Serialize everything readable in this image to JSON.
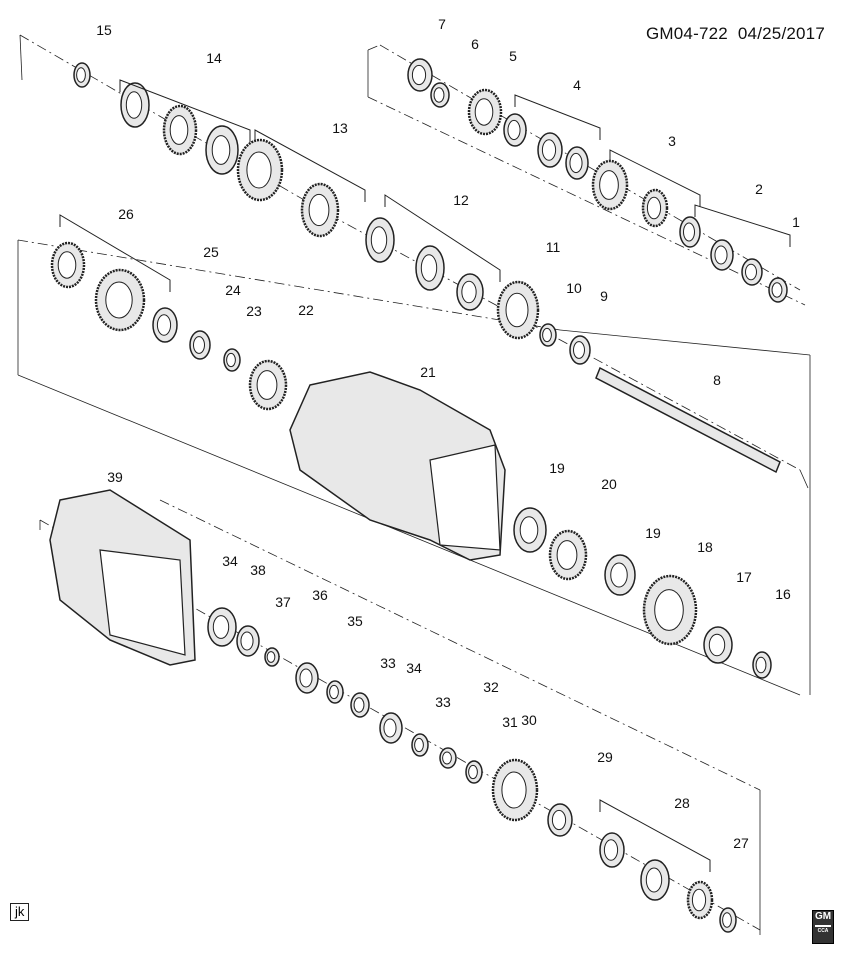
{
  "header": {
    "code": "GM04-722",
    "date": "04/25/2017"
  },
  "footer": {
    "initials": "jk",
    "logo_text": "GM",
    "logo_sub": "CCA"
  },
  "callouts": [
    "15",
    "14",
    "13",
    "7",
    "6",
    "5",
    "4",
    "3",
    "2",
    "1",
    "26",
    "25",
    "24",
    "23",
    "22",
    "12",
    "11",
    "10",
    "9",
    "8",
    "21",
    "19",
    "20",
    "19",
    "18",
    "17",
    "16",
    "39",
    "34",
    "38",
    "37",
    "36",
    "35",
    "33",
    "34",
    "33",
    "32",
    "31",
    "30",
    "29",
    "28",
    "27"
  ],
  "colors": {
    "line": "#222222",
    "part_fill": "#e8e8e8",
    "part_shade": "#bdbdbd"
  }
}
